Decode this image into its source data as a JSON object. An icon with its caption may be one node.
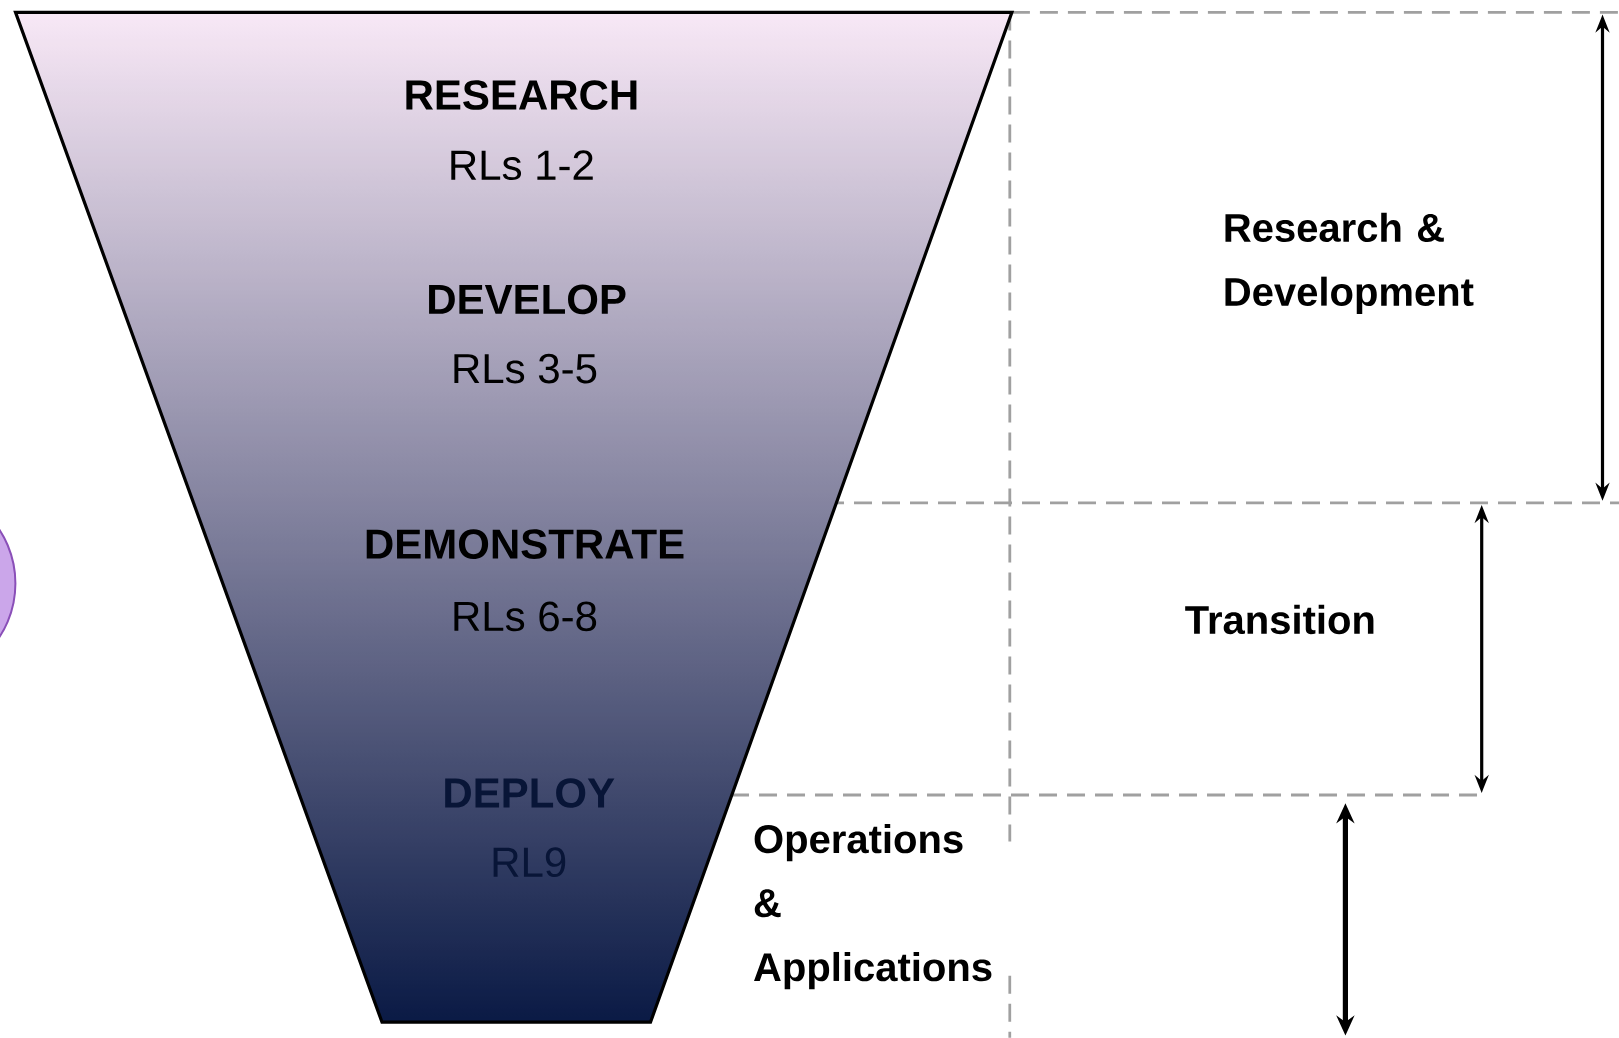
{
  "diagram": {
    "nodes": [
      {
        "text": [
          "RESEARCH",
          "RLs 1-2",
          "DEVELOP",
          "RLs 3-5",
          "DEMONSTRATE",
          "RLs 6-8",
          "DEPLOY",
          "RL9"
        ]
      }
    ],
    "labels": [
      "Research & Development",
      "Transition",
      "Operations & Applications"
    ]
  }
}
